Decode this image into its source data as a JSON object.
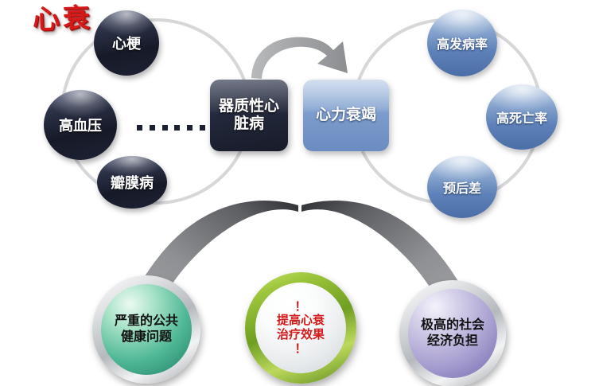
{
  "logo": {
    "text": "心衰"
  },
  "left_group": {
    "title": "器质性心脏病",
    "nodes": [
      {
        "id": "myocardial-infarction",
        "label": "心梗"
      },
      {
        "id": "hypertension",
        "label": "高血压"
      },
      {
        "id": "valvular-disease",
        "label": "瓣膜病"
      }
    ],
    "ellipsis_dots": 6,
    "box_label": "器质性心\n脏病"
  },
  "center": {
    "arrow": "curved-arrow-right",
    "heart_failure_box_label": "心力衰竭"
  },
  "right_group": {
    "nodes": [
      {
        "id": "high-incidence",
        "label": "高发病率"
      },
      {
        "id": "high-mortality",
        "label": "高死亡率"
      },
      {
        "id": "poor-prognosis",
        "label": "预后差"
      }
    ]
  },
  "outcomes": [
    {
      "id": "public-health-problem",
      "label": "严重的公共\n健康问题"
    },
    {
      "id": "improve-treatment",
      "label": "！\n提高心衰\n治疗效果\n！"
    },
    {
      "id": "socioeconomic-burden",
      "label": "极高的社会\n经济负担"
    }
  ],
  "colors": {
    "logo_red": "#d71a18",
    "dark_node": "#1b2030",
    "blue_node": "#5d81b8",
    "ribbon_gray": "#8e9093",
    "green_ring": "#7fae2a",
    "teal_fill": "#4fb896",
    "purple_fill": "#a79ed0",
    "accent_red": "#d4191a",
    "background": "#ffffff"
  }
}
